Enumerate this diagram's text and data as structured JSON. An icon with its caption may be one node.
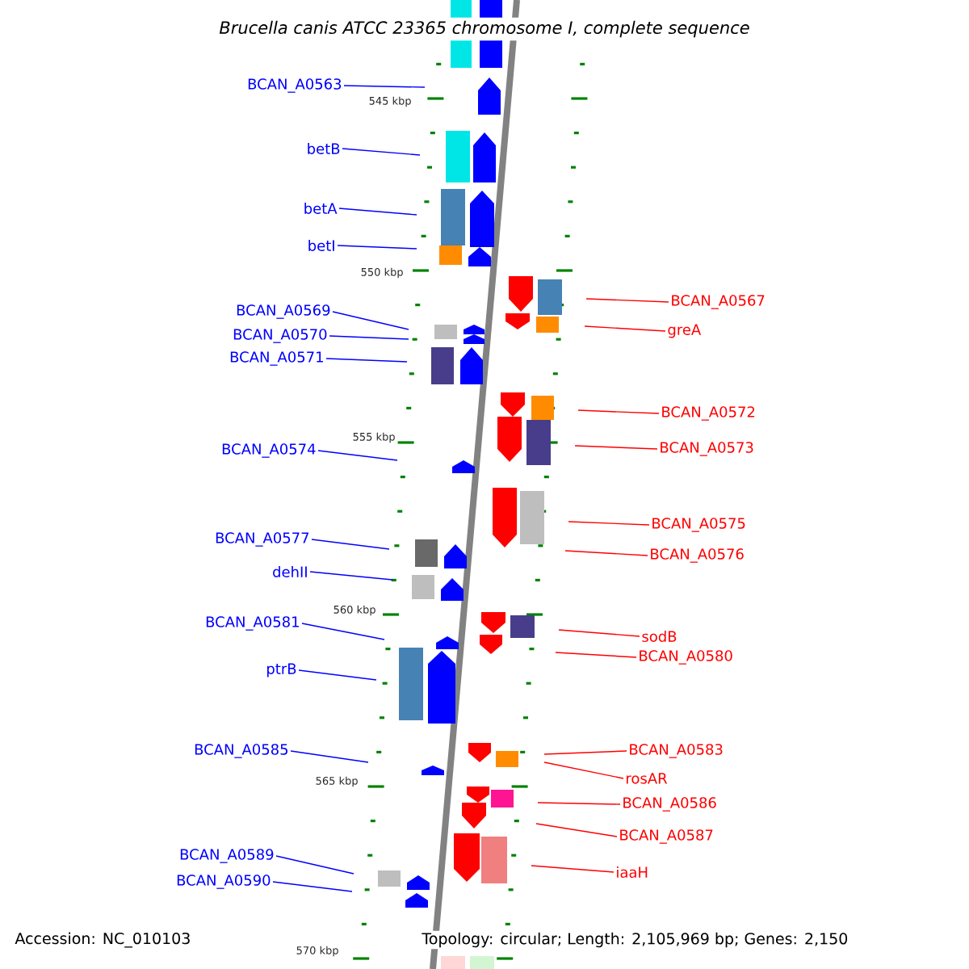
{
  "diagram": {
    "title": "*Brucella canis* ATCC 23365 chromosome I, complete sequence",
    "nodes": [
      {
        "text": [
          "BCAN_A0563"
        ]
      },
      {
        "text": [
          "betB"
        ]
      },
      {
        "text": [
          "betA"
        ]
      },
      {
        "text": [
          "betI"
        ]
      },
      {
        "text": [
          "BCAN_A0569"
        ]
      },
      {
        "text": [
          "BCAN_A0570"
        ]
      },
      {
        "text": [
          "BCAN_A0571"
        ]
      },
      {
        "text": [
          "BCAN_A0574"
        ]
      },
      {
        "text": [
          "BCAN_A0577"
        ]
      },
      {
        "text": [
          "dehII"
        ]
      },
      {
        "text": [
          "BCAN_A0581"
        ]
      },
      {
        "text": [
          "ptrB"
        ]
      },
      {
        "text": [
          "BCAN_A0585"
        ]
      },
      {
        "text": [
          "BCAN_A0589"
        ]
      },
      {
        "text": [
          "BCAN_A0590"
        ]
      },
      {
        "text": [
          "BCAN_A0567"
        ]
      },
      {
        "text": [
          "greA"
        ]
      },
      {
        "text": [
          "BCAN_A0572"
        ]
      },
      {
        "text": [
          "BCAN_A0573"
        ]
      },
      {
        "text": [
          "BCAN_A0575"
        ]
      },
      {
        "text": [
          "BCAN_A0576"
        ]
      },
      {
        "text": [
          "sodB"
        ]
      },
      {
        "text": [
          "BCAN_A0580"
        ]
      },
      {
        "text": [
          "BCAN_A0583"
        ]
      },
      {
        "text": [
          "rosAR"
        ]
      },
      {
        "text": [
          "BCAN_A0586"
        ]
      },
      {
        "text": [
          "BCAN_A0587"
        ]
      },
      {
        "text": [
          "iaaH"
        ]
      }
    ],
    "edges": [
      {
        "from": 0,
        "to": null,
        "arrow": "none"
      },
      {
        "from": 1,
        "to": null,
        "arrow": "none"
      },
      {
        "from": 2,
        "to": null,
        "arrow": "none"
      },
      {
        "from": 3,
        "to": null,
        "arrow": "none"
      },
      {
        "from": 4,
        "to": null,
        "arrow": "none"
      },
      {
        "from": 5,
        "to": null,
        "arrow": "none"
      },
      {
        "from": 6,
        "to": null,
        "arrow": "none"
      },
      {
        "from": 7,
        "to": null,
        "arrow": "none"
      },
      {
        "from": 8,
        "to": null,
        "arrow": "none"
      },
      {
        "from": 9,
        "to": null,
        "arrow": "none"
      },
      {
        "from": 10,
        "to": null,
        "arrow": "none"
      },
      {
        "from": 11,
        "to": null,
        "arrow": "none"
      },
      {
        "from": 12,
        "to": null,
        "arrow": "none"
      },
      {
        "from": 13,
        "to": null,
        "arrow": "none"
      },
      {
        "from": 14,
        "to": null,
        "arrow": "none"
      },
      {
        "from": 15,
        "to": null,
        "arrow": "none",
        "color": "#ff0000"
      },
      {
        "from": 16,
        "to": null,
        "arrow": "none",
        "color": "#ff0000"
      },
      {
        "from": 17,
        "to": null,
        "arrow": "none",
        "color": "#ff0000"
      },
      {
        "from": 18,
        "to": null,
        "arrow": "none",
        "color": "#ff0000"
      },
      {
        "from": 19,
        "to": null,
        "arrow": "none",
        "color": "#ff0000"
      },
      {
        "from": 20,
        "to": null,
        "arrow": "none",
        "color": "#ff0000"
      },
      {
        "from": 21,
        "to": null,
        "arrow": "none",
        "color": "#ff0000"
      },
      {
        "from": 22,
        "to": null,
        "arrow": "none",
        "color": "#ff0000"
      },
      {
        "from": 23,
        "to": null,
        "arrow": "none",
        "color": "#ff0000"
      },
      {
        "from": 24,
        "to": null,
        "arrow": "none",
        "color": "#ff0000"
      },
      {
        "from": 25,
        "to": null,
        "arrow": "none",
        "color": "#ff0000"
      },
      {
        "from": 26,
        "to": null,
        "arrow": "none",
        "color": "#ff0000"
      },
      {
        "from": 27,
        "to": null,
        "arrow": "none",
        "color": "#ff0000"
      }
    ],
    "labels": [
      "545 kbp",
      "550 kbp",
      "555 kbp",
      "560 kbp",
      "565 kbp",
      "570 kbp",
      "Accession: NC_010103",
      "Topology: circular; Length: 2,105,969 bp; Genes: 2,150"
    ]
  }
}
